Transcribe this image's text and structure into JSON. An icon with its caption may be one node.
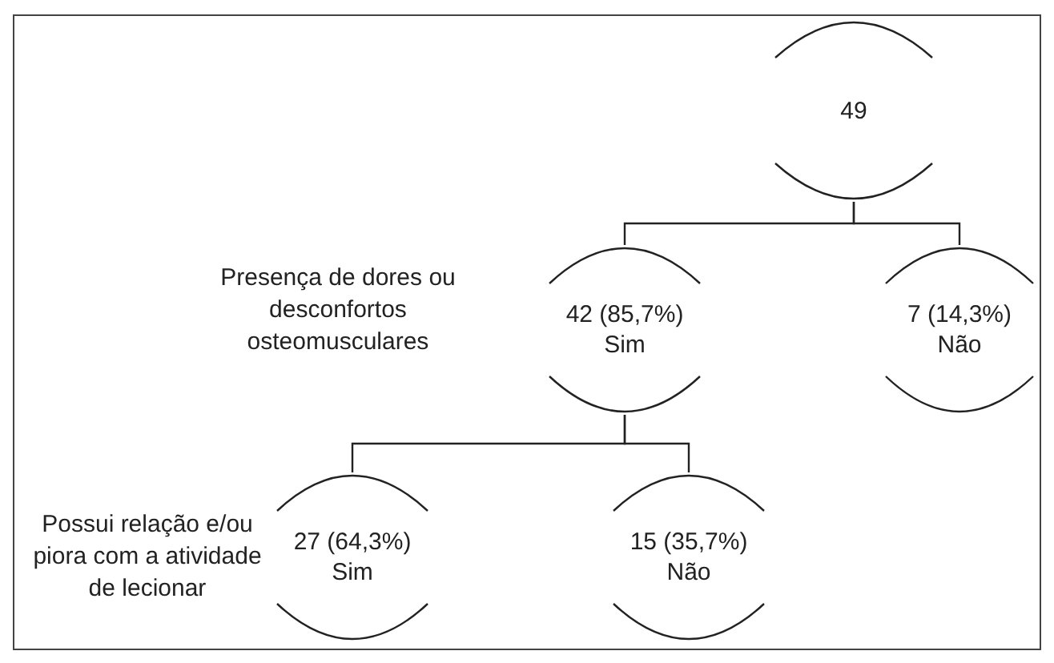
{
  "diagram": {
    "nodes": [
      {
        "text": [
          "49"
        ]
      },
      {
        "text": [
          "42 (85,7%)",
          "Sim"
        ]
      },
      {
        "text": [
          "7 (14,3%)",
          "Não"
        ]
      },
      {
        "text": [
          "27 (64,3%)",
          "Sim"
        ]
      },
      {
        "text": [
          "15 (35,7%)",
          "Não"
        ]
      }
    ],
    "edges": [
      {
        "from": 0,
        "to": 1,
        "arrow": "none"
      },
      {
        "from": 0,
        "to": 2,
        "arrow": "none"
      },
      {
        "from": 1,
        "to": 3,
        "arrow": "none"
      },
      {
        "from": 1,
        "to": 4,
        "arrow": "none"
      }
    ],
    "labels": [
      "Presença de dores ou desconfortos osteomusculares",
      "Possui relação e/ou piora com a atividade de lecionar"
    ]
  }
}
